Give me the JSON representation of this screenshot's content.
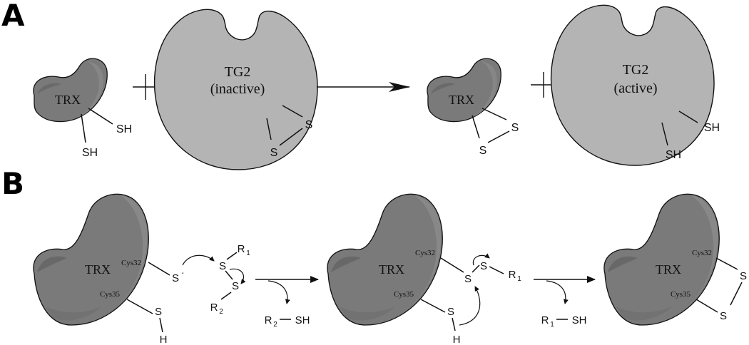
{
  "panels": {
    "a": "A",
    "b": "B"
  },
  "panel_a": {
    "trx_label": "TRX",
    "plus": "+",
    "tg2_label": "TG2",
    "inactive_label": "(inactive)",
    "active_label": "(active)",
    "sh": "SH",
    "s": "S"
  },
  "panel_b": {
    "trx_label": "TRX",
    "cys32": "Cys32",
    "cys35": "Cys35",
    "s": "S",
    "s_minus_sup": "-",
    "h": "H",
    "r": "R",
    "sub1": "1",
    "sub2": "2",
    "sh": "SH"
  },
  "colors": {
    "trx_fill": "#7a7a7a",
    "trx_shade": "#6a6a6a",
    "trx_highlight": "#8c8c8c",
    "tg2_fill": "#b4b4b4",
    "stroke": "#111111"
  }
}
